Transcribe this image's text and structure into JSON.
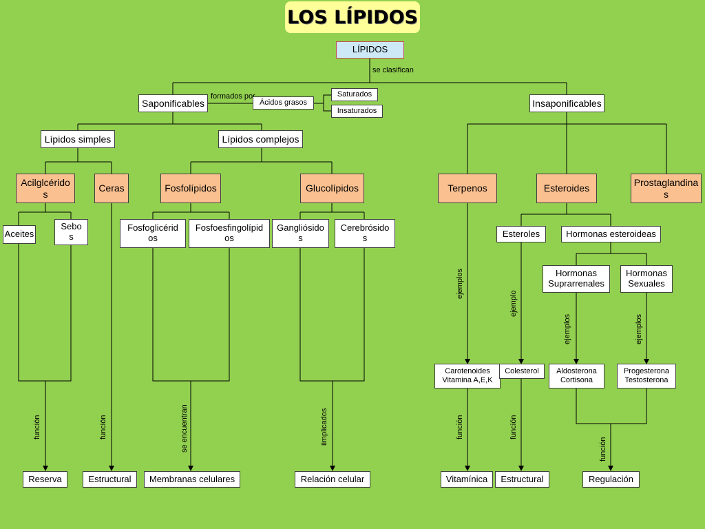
{
  "title": "LOS LÍPIDOS",
  "colors": {
    "background": "#92d050",
    "title_bg": "#ffff99",
    "orange_box": "#fac090",
    "root_box": "#cde8f6",
    "root_border": "#c0504d"
  },
  "nodes": {
    "lipidos": "LÍPIDOS",
    "saponificables": "Saponificables",
    "insaponificables": "Insaponificables",
    "acidos_grasos": "Ácidos grasos",
    "saturados": "Saturados",
    "insaturados": "Insaturados",
    "lipidos_simples": "Lípidos simples",
    "lipidos_complejos": "Lípidos complejos",
    "acilgliceridos": "Acilglcérido\ns",
    "ceras": "Ceras",
    "fosfolipidos": "Fosfolípidos",
    "glucolipidos": "Glucolípidos",
    "terpenos": "Terpenos",
    "esteroides": "Esteroides",
    "prostaglandinas": "Prostaglandina\ns",
    "aceites": "Aceites",
    "sebos": "Sebo\ns",
    "fosfogliceridos": "Fosfoglicérid\nos",
    "fosfoesfingolipidos": "Fosfoesfingolípid\nos",
    "gangliosidos": "Gangliósido\ns",
    "cerebrosidos": "Cerebrósido\ns",
    "esteroles": "Esteroles",
    "hormonas_esteroideas": "Hormonas esteroideas",
    "hormonas_suprarrenales": "Hormonas\nSuprarrenales",
    "hormonas_sexuales": "Hormonas\nSexuales",
    "carotenoides": "Carotenoides\nVitamina A,E,K",
    "colesterol": "Colesterol",
    "aldosterona": "Aldosterona\nCortisona",
    "progesterona": "Progesterona\nTestosterona",
    "reserva": "Reserva",
    "estructural_1": "Estructural",
    "membranas": "Membranas celulares",
    "relacion": "Relación celular",
    "vitaminica": "Vitamínica",
    "estructural_2": "Estructural",
    "regulacion": "Regulación"
  },
  "links": {
    "se_clasifican": "se clasifican",
    "formados_por": "formados por",
    "funcion": "función",
    "se_encuentran": "se encuentran",
    "iimplicados": "iimplicados",
    "ejemplos": "ejemplos",
    "ejemplo": "ejemplo"
  }
}
